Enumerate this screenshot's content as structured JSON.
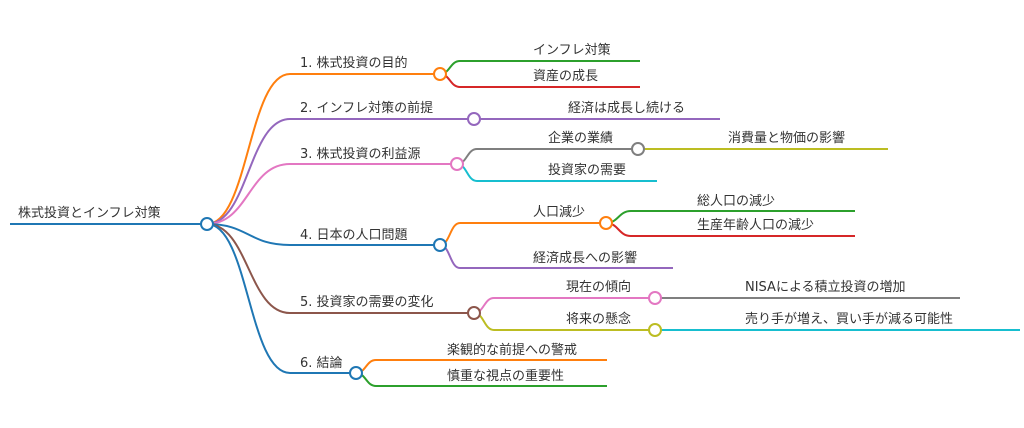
{
  "root": {
    "label": "株式投資とインフレ対策",
    "color": "#1f77b4"
  },
  "branches": [
    {
      "label": "1. 株式投資の目的",
      "color": "#ff7f0e",
      "children": [
        {
          "label": "インフレ対策",
          "color": "#2ca02c"
        },
        {
          "label": "資産の成長",
          "color": "#d62728"
        }
      ]
    },
    {
      "label": "2. インフレ対策の前提",
      "color": "#9467bd",
      "children": [
        {
          "label": "経済は成長し続ける",
          "color": "#9467bd"
        }
      ]
    },
    {
      "label": "3. 株式投資の利益源",
      "color": "#e377c2",
      "children": [
        {
          "label": "企業の業績",
          "color": "#7f7f7f",
          "children": [
            {
              "label": "消費量と物価の影響",
              "color": "#bcbd22"
            }
          ]
        },
        {
          "label": "投資家の需要",
          "color": "#17becf"
        }
      ]
    },
    {
      "label": "4. 日本の人口問題",
      "color": "#1f77b4",
      "children": [
        {
          "label": "人口減少",
          "color": "#ff7f0e",
          "children": [
            {
              "label": "総人口の減少",
              "color": "#2ca02c"
            },
            {
              "label": "生産年齢人口の減少",
              "color": "#d62728"
            }
          ]
        },
        {
          "label": "経済成長への影響",
          "color": "#9467bd"
        }
      ]
    },
    {
      "label": "5. 投資家の需要の変化",
      "color": "#8c564b",
      "children": [
        {
          "label": "現在の傾向",
          "color": "#e377c2",
          "children": [
            {
              "label": "NISAによる積立投資の増加",
              "color": "#7f7f7f"
            }
          ]
        },
        {
          "label": "将来の懸念",
          "color": "#bcbd22",
          "children": [
            {
              "label": "売り手が増え、買い手が減る可能性",
              "color": "#17becf"
            }
          ]
        }
      ]
    },
    {
      "label": "6. 結論",
      "color": "#1f77b4",
      "children": [
        {
          "label": "楽観的な前提への警戒",
          "color": "#ff7f0e"
        },
        {
          "label": "慎重な視点の重要性",
          "color": "#2ca02c"
        }
      ]
    }
  ]
}
